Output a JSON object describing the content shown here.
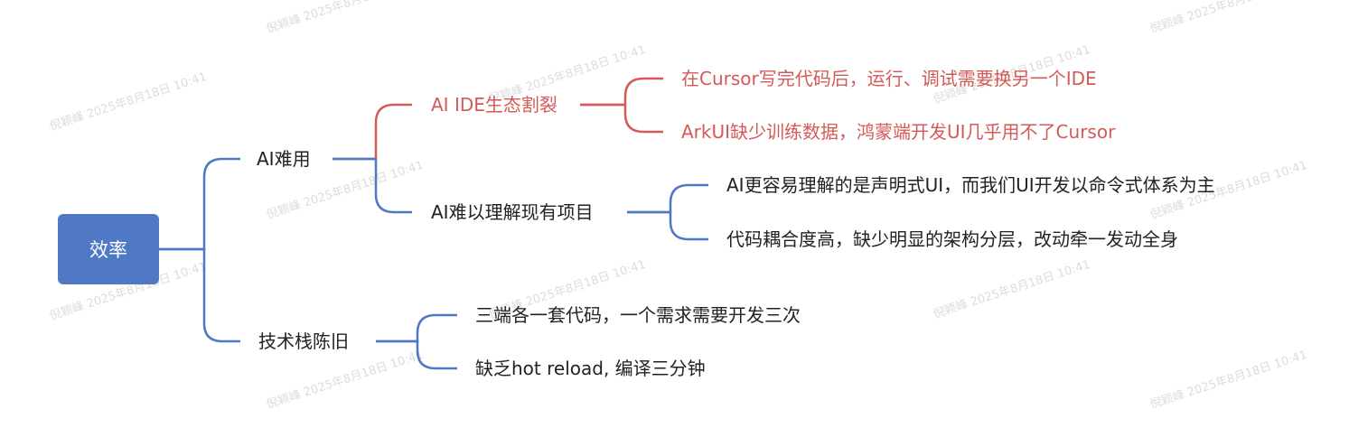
{
  "root": {
    "label": "效率"
  },
  "branches": [
    {
      "label": "AI难用",
      "children": [
        {
          "label": "AI IDE生态割裂",
          "leaves": [
            "在Cursor写完代码后，运行、调试需要换另一个IDE",
            "ArkUI缺少训练数据，鸿蒙端开发UI几乎用不了Cursor"
          ]
        },
        {
          "label": "AI难以理解现有项目",
          "leaves": [
            "AI更容易理解的是声明式UI，而我们UI开发以命令式体系为主",
            "代码耦合度高，缺少明显的架构分层，改动牵一发动全身"
          ]
        }
      ]
    },
    {
      "label": "技术栈陈旧",
      "leaves": [
        "三端各一套代码，一个需求需要开发三次",
        "缺乏hot reload, 编译三分钟"
      ]
    }
  ],
  "watermark": "倪颖峰 2025年8月18日 10:41",
  "colors": {
    "blue": "#4f78c5",
    "red": "#d45a57"
  }
}
